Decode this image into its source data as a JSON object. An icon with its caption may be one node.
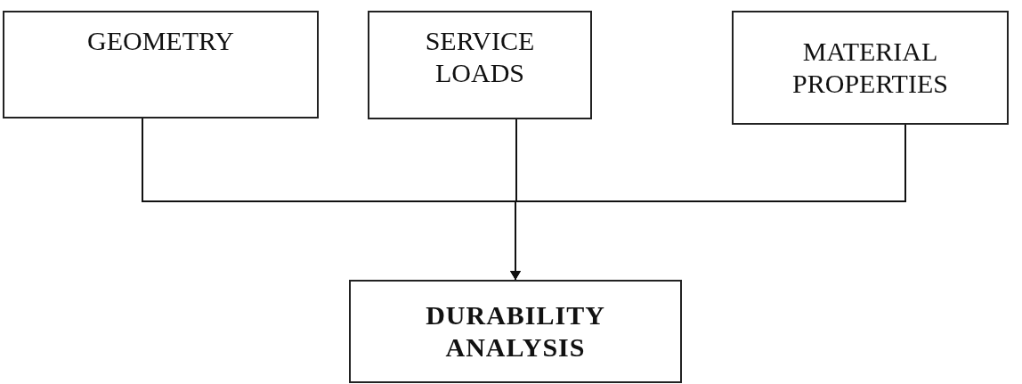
{
  "diagram": {
    "nodes": [
      {
        "text": [
          "GEOMETRY"
        ]
      },
      {
        "text": [
          "SERVICE LOADS"
        ]
      },
      {
        "text": [
          "MATERIAL PROPERTIES"
        ]
      },
      {
        "text": [
          "DURABILITY ANALYSIS"
        ]
      }
    ],
    "edges": [
      {
        "from": 0,
        "to": 3,
        "arrow": "to"
      },
      {
        "from": 1,
        "to": 3,
        "arrow": "to"
      },
      {
        "from": 2,
        "to": 3,
        "arrow": "to"
      }
    ]
  }
}
